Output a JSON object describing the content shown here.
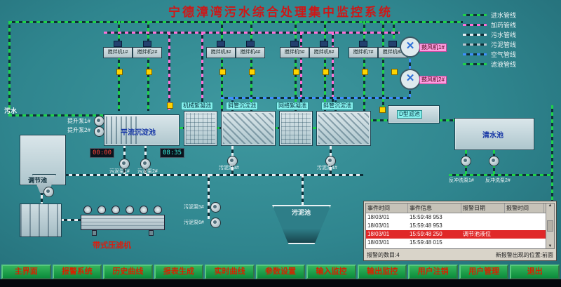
{
  "title": "宁德漳湾污水综合处理集中监控系统",
  "colors": {
    "screen_bg": "#2f858e",
    "title_text": "#ce1717",
    "button_bg": "#0b8c3c",
    "button_text": "#d32400",
    "alarm_highlight": "#e02828",
    "tank_label_bg": "#86f2ef"
  },
  "legend": {
    "items": [
      {
        "label": "进水管线",
        "color": "#1ed24a"
      },
      {
        "label": "加药管线",
        "color": "#ff6fd8"
      },
      {
        "label": "污水管线",
        "color": "#e6eef2"
      },
      {
        "label": "污泥管线",
        "color": "#e6eef2"
      },
      {
        "label": "空气管线",
        "color": "#3e8fff"
      },
      {
        "label": "滤液管线",
        "color": "#1ed24a"
      }
    ]
  },
  "plant": {
    "sewage_label": "污水",
    "tanks": [
      {
        "label": "调节池"
      },
      {
        "label": "平流沉淀池"
      },
      {
        "label": "机械絮凝池"
      },
      {
        "label": "斜管沉淀池"
      },
      {
        "label": "网络絮凝池"
      },
      {
        "label": "斜管沉淀池"
      },
      {
        "label": "D型滤池"
      },
      {
        "label": "清水池"
      },
      {
        "label": "污泥池"
      }
    ],
    "mixers": [
      {
        "label": "搅拌机1#"
      },
      {
        "label": "搅拌机2#"
      },
      {
        "label": "搅拌机3#"
      },
      {
        "label": "搅拌机4#"
      },
      {
        "label": "搅拌机5#"
      },
      {
        "label": "搅拌机6#"
      },
      {
        "label": "搅拌机7#"
      },
      {
        "label": "搅拌机8#"
      }
    ],
    "blowers": [
      {
        "label": "鼓风机1#"
      },
      {
        "label": "鼓风机2#"
      }
    ],
    "lift_pumps": [
      {
        "label": "提升泵1#"
      },
      {
        "label": "提升泵2#"
      }
    ],
    "sludge_pumps": [
      {
        "label": "污泥泵1#"
      },
      {
        "label": "污泥泵2#"
      },
      {
        "label": "污泥泵3#"
      },
      {
        "label": "污泥泵4#"
      },
      {
        "label": "污泥泵5#"
      },
      {
        "label": "污泥泵6#"
      }
    ],
    "backwash_pumps": [
      {
        "label": "反冲洗泵1#"
      },
      {
        "label": "反冲洗泵2#"
      }
    ],
    "belt_press_label": "带式压滤机",
    "timers": [
      {
        "value": "00:00"
      },
      {
        "value": "08:35"
      }
    ]
  },
  "alarm_panel": {
    "headers": [
      "事件时间",
      "事件信息",
      "报警日期",
      "报警时间"
    ],
    "rows": [
      {
        "date": "18/03/01",
        "time": "15:59:48 953",
        "info": "",
        "highlight": false
      },
      {
        "date": "18/03/01",
        "time": "15:59:48 953",
        "info": "",
        "highlight": false
      },
      {
        "date": "18/03/01",
        "time": "15:59:48 250",
        "info": "调节池液位",
        "highlight": true
      },
      {
        "date": "18/03/01",
        "time": "15:59:48 015",
        "info": "",
        "highlight": false
      }
    ],
    "alarm_count_label": "报警的数目:4",
    "new_alarm_label": "新报警出现的位置:前面"
  },
  "menu": {
    "buttons": [
      {
        "label": "主界面"
      },
      {
        "label": "报警系统"
      },
      {
        "label": "历史曲线"
      },
      {
        "label": "报表生成"
      },
      {
        "label": "实时曲线"
      },
      {
        "label": "参数设置"
      },
      {
        "label": "输入监控"
      },
      {
        "label": "输出监控"
      },
      {
        "label": "用户注销"
      },
      {
        "label": "用户管理"
      },
      {
        "label": "退出"
      }
    ]
  }
}
